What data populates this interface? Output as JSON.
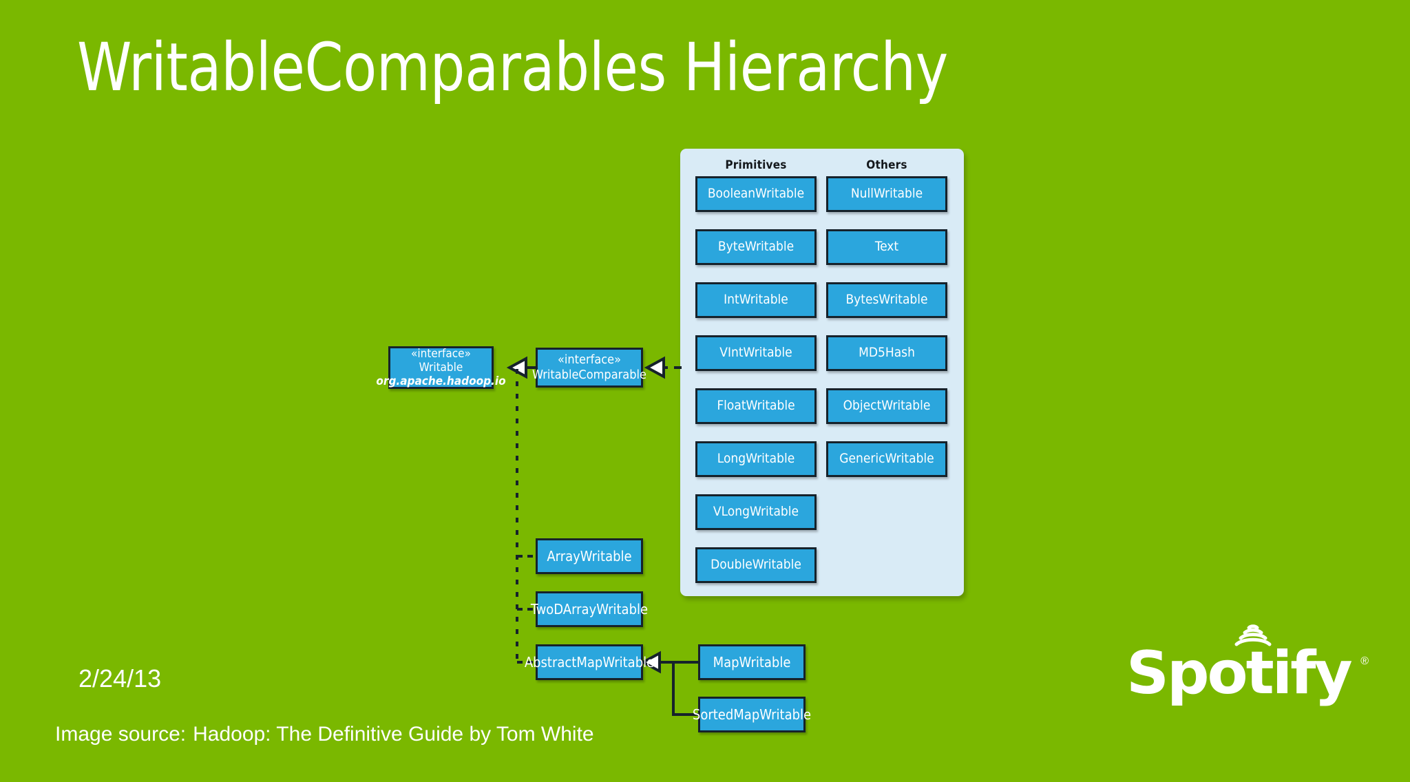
{
  "slide": {
    "title": "WritableComparables Hierarchy",
    "date": "2/24/13",
    "background_color": "#7ab800",
    "source": {
      "label": "Image source:",
      "text": "Hadoop: The Definitive Guide by Tom White"
    },
    "logo": {
      "name": "spotify-logo",
      "wordmark": "Spotify",
      "registered_mark": "®"
    }
  },
  "figure": {
    "panel_background": "#d9ebf6",
    "node_fill": "#2ba6dd",
    "node_border": "#16222b",
    "columns": [
      {
        "header": "Primitives",
        "items": [
          "BooleanWritable",
          "ByteWritable",
          "IntWritable",
          "VIntWritable",
          "FloatWritable",
          "LongWritable",
          "VLongWritable",
          "DoubleWritable"
        ]
      },
      {
        "header": "Others",
        "items": [
          "NullWritable",
          "Text",
          "BytesWritable",
          "MD5Hash",
          "ObjectWritable",
          "GenericWritable"
        ]
      }
    ]
  },
  "hierarchy": {
    "writable": {
      "stereotype": "«interface»",
      "name": "Writable",
      "package": "org.apache.hadoop.io"
    },
    "writable_comparable": {
      "stereotype": "«interface»",
      "name": "WritableComparable"
    },
    "implementors": [
      "ArrayWritable",
      "TwoDArrayWritable",
      "AbstractMapWritable"
    ],
    "map_subclasses": [
      "MapWritable",
      "SortedMapWritable"
    ]
  }
}
